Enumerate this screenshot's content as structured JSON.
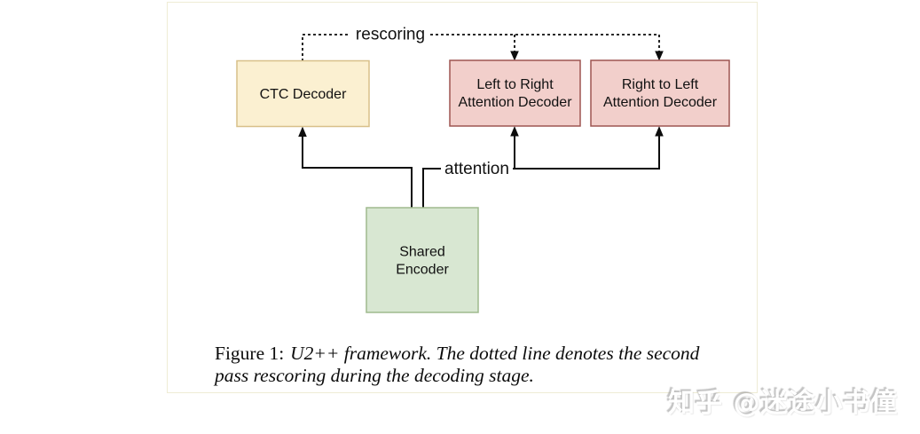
{
  "figure": {
    "panel_border_color": "#efecd5",
    "background_color": "#ffffff",
    "line_color": "#0d0d0d"
  },
  "diagram": {
    "labels": {
      "rescoring": "rescoring",
      "attention": "attention"
    },
    "boxes": {
      "ctc_decoder": {
        "label": "CTC Decoder",
        "fill": "#fbf0d1",
        "stroke": "#d8c089"
      },
      "left_to_right_decoder": {
        "label_line1": "Left to Right",
        "label_line2": "Attention Decoder",
        "fill": "#f2cfcb",
        "stroke": "#9e5551"
      },
      "right_to_left_decoder": {
        "label_line1": "Right to Left",
        "label_line2": "Attention Decoder",
        "fill": "#f2cfcb",
        "stroke": "#9e5551"
      },
      "shared_encoder": {
        "label_line1": "Shared",
        "label_line2": "Encoder",
        "fill": "#d8e7d2",
        "stroke": "#9fba8e"
      }
    }
  },
  "caption": {
    "prefix": "Figure 1:",
    "line1_italic": "U2++ framework. The dotted line denotes the second",
    "line2_italic": "pass rescoring during the decoding stage."
  },
  "watermark": {
    "text": "知乎 @迷途小书僮"
  }
}
